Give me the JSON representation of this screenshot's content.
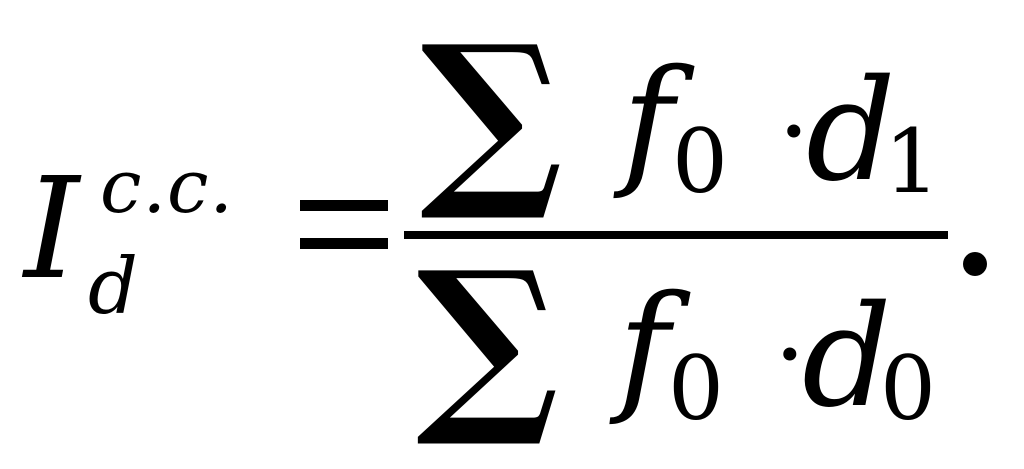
{
  "formula": {
    "lhs": {
      "base": "I",
      "superscript": "c.c.",
      "subscript": "d"
    },
    "equals": "=",
    "numerator": {
      "sum": "∑",
      "term1": {
        "var": "f",
        "sub": "0"
      },
      "dot": "·",
      "term2": {
        "var": "d",
        "sub": "1"
      }
    },
    "denominator": {
      "sum": "∑",
      "term1": {
        "var": "f",
        "sub": "0"
      },
      "dot": "·",
      "term2": {
        "var": "d",
        "sub": "0"
      }
    },
    "end": "."
  }
}
